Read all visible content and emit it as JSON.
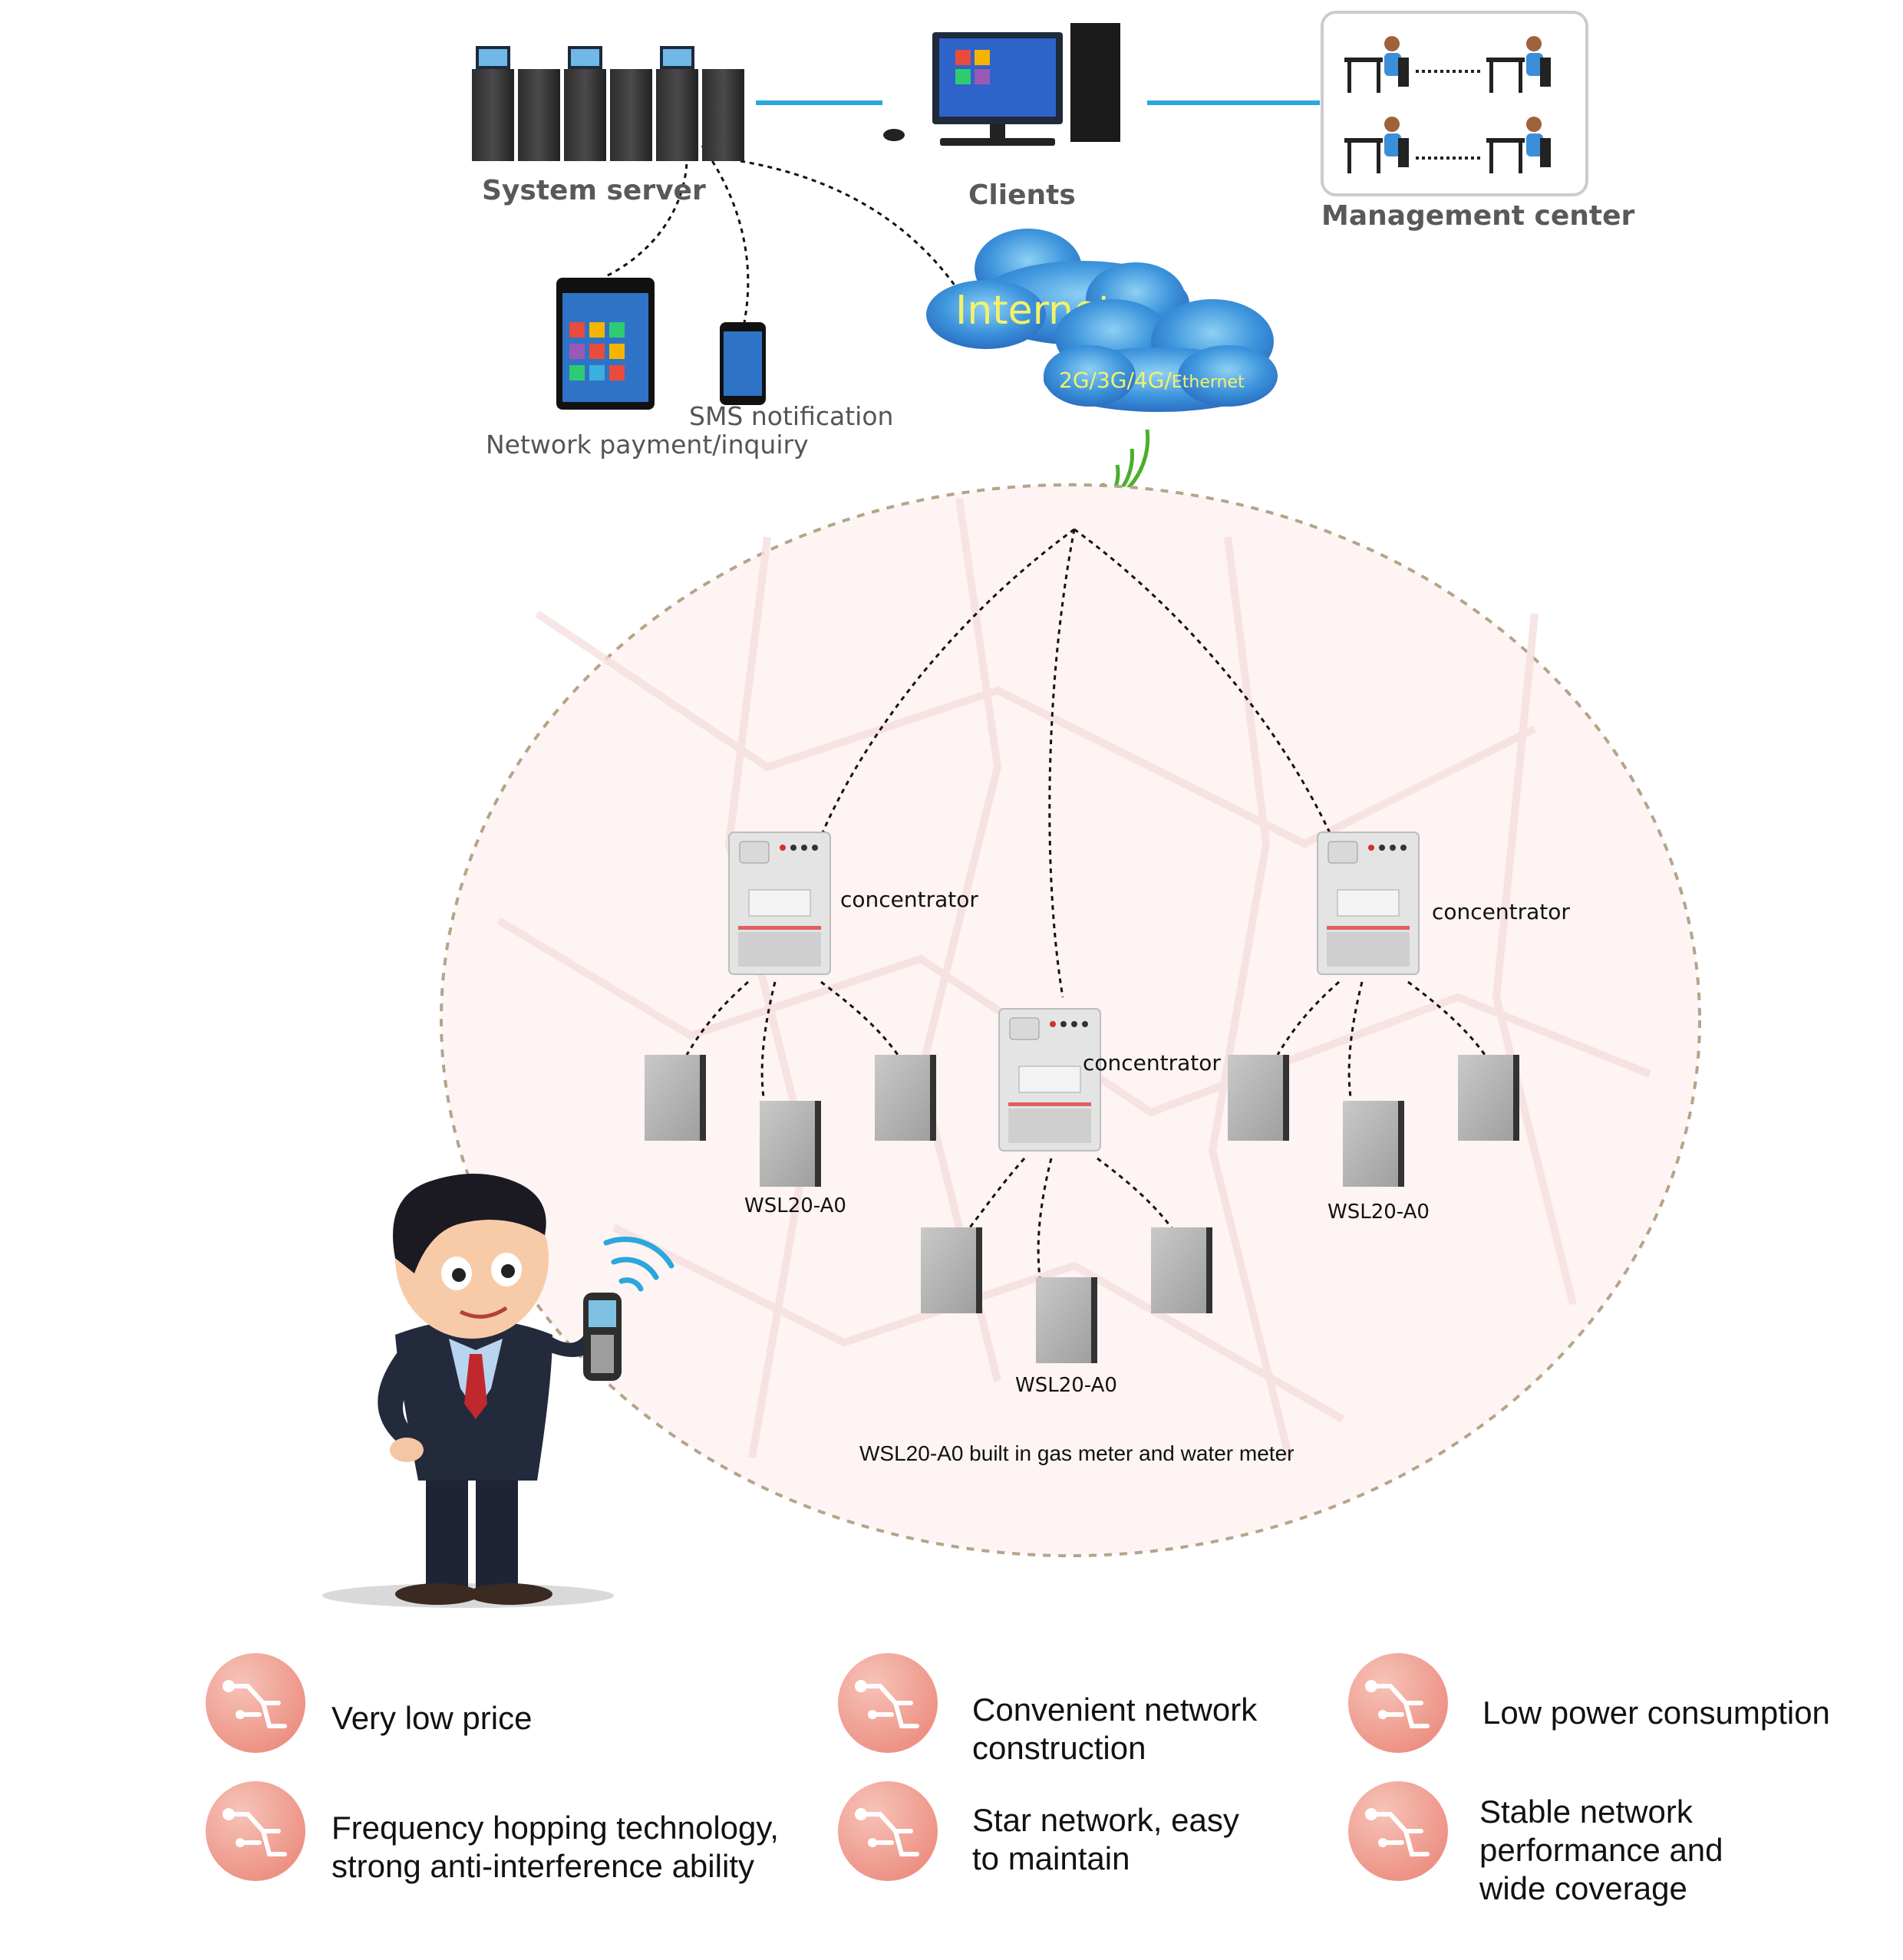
{
  "nodes": {
    "system_server": "System server",
    "clients": "Clients",
    "management_center": "Management center",
    "internet": "Internet",
    "network_types": "2G/3G/4G/",
    "network_ethernet": "Ethernet",
    "sms_notification": "SMS notification",
    "network_payment": "Network payment/inquiry",
    "concentrator_left": "concentrator",
    "concentrator_center": "concentrator",
    "concentrator_right": "concentrator",
    "module_left": "WSL20-A0",
    "module_center": "WSL20-A0",
    "module_right": "WSL20-A0",
    "area_caption": "WSL20-A0 built in gas meter and water meter"
  },
  "features": {
    "f1": "Very low price",
    "f2_line1": "Convenient network",
    "f2_line2": "construction",
    "f3": "Low power consumption",
    "f4_line1": "Frequency hopping technology,",
    "f4_line2": "strong anti-interference ability",
    "f5_line1": "Star network, easy",
    "f5_line2": "to maintain",
    "f6_line1": "Stable network",
    "f6_line2": "performance and",
    "f6_line3": "wide coverage"
  },
  "colors": {
    "link_line": "#2aa7dc",
    "cloud": "#3a8fd8",
    "wireless": "#4cae2b",
    "feature_icon": "#f0a49a"
  }
}
